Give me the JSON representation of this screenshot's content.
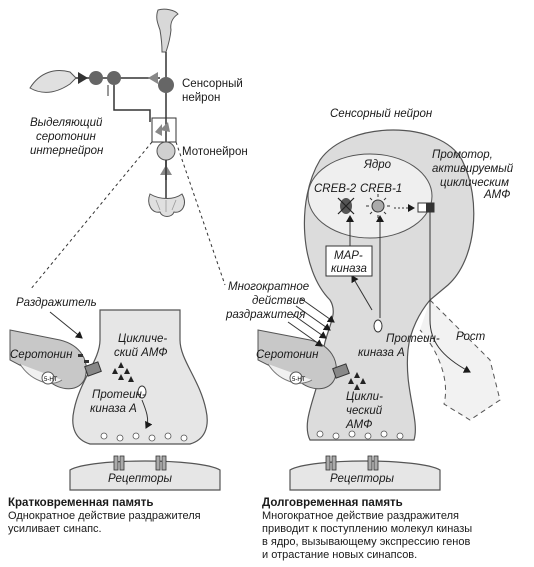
{
  "labels": {
    "sensory_neuron": [
      "Сенсорный",
      "нейрон"
    ],
    "interneuron": [
      "Выделяющий",
      "серотонин",
      "интернейрон"
    ],
    "motoneuron": "Мотонейрон",
    "stimulus": "Раздражитель",
    "serotonin_left": "Серотонин",
    "camp_left": [
      "Цикличе-",
      "ский АМФ"
    ],
    "pka_left": [
      "Протеин-",
      "киназа А"
    ],
    "receptors_left": "Рецепторы",
    "sensory_neuron_right": "Сенсорный нейрон",
    "nucleus": "Ядро",
    "creb2": "CREB-2",
    "creb1": "CREB-1",
    "promoter": [
      "Промотор,",
      "активируемый",
      "циклическим",
      "АМФ"
    ],
    "map_kinase": [
      "MAP-",
      "киназа"
    ],
    "repeated_stimulus": [
      "Многократное",
      "действие",
      "раздражителя"
    ],
    "pka_right": [
      "Протеин-",
      "киназа А"
    ],
    "serotonin_right": "Серотонин",
    "camp_right": [
      "Цикли-",
      "ческий",
      "АМФ"
    ],
    "growth": "Рост",
    "receptors_right": "Рецепторы"
  },
  "captions": {
    "short": {
      "title": "Кратковременная память",
      "lines": [
        "Однократное действие раздражителя",
        "усиливает синапс."
      ]
    },
    "long": {
      "title": "Долговременная память",
      "lines": [
        "Многократное действие раздражителя",
        "приводит к поступлению молекул киназы",
        "в ядро, вызывающему экспрессию генов",
        "и отрастание новых синапсов."
      ]
    }
  }
}
